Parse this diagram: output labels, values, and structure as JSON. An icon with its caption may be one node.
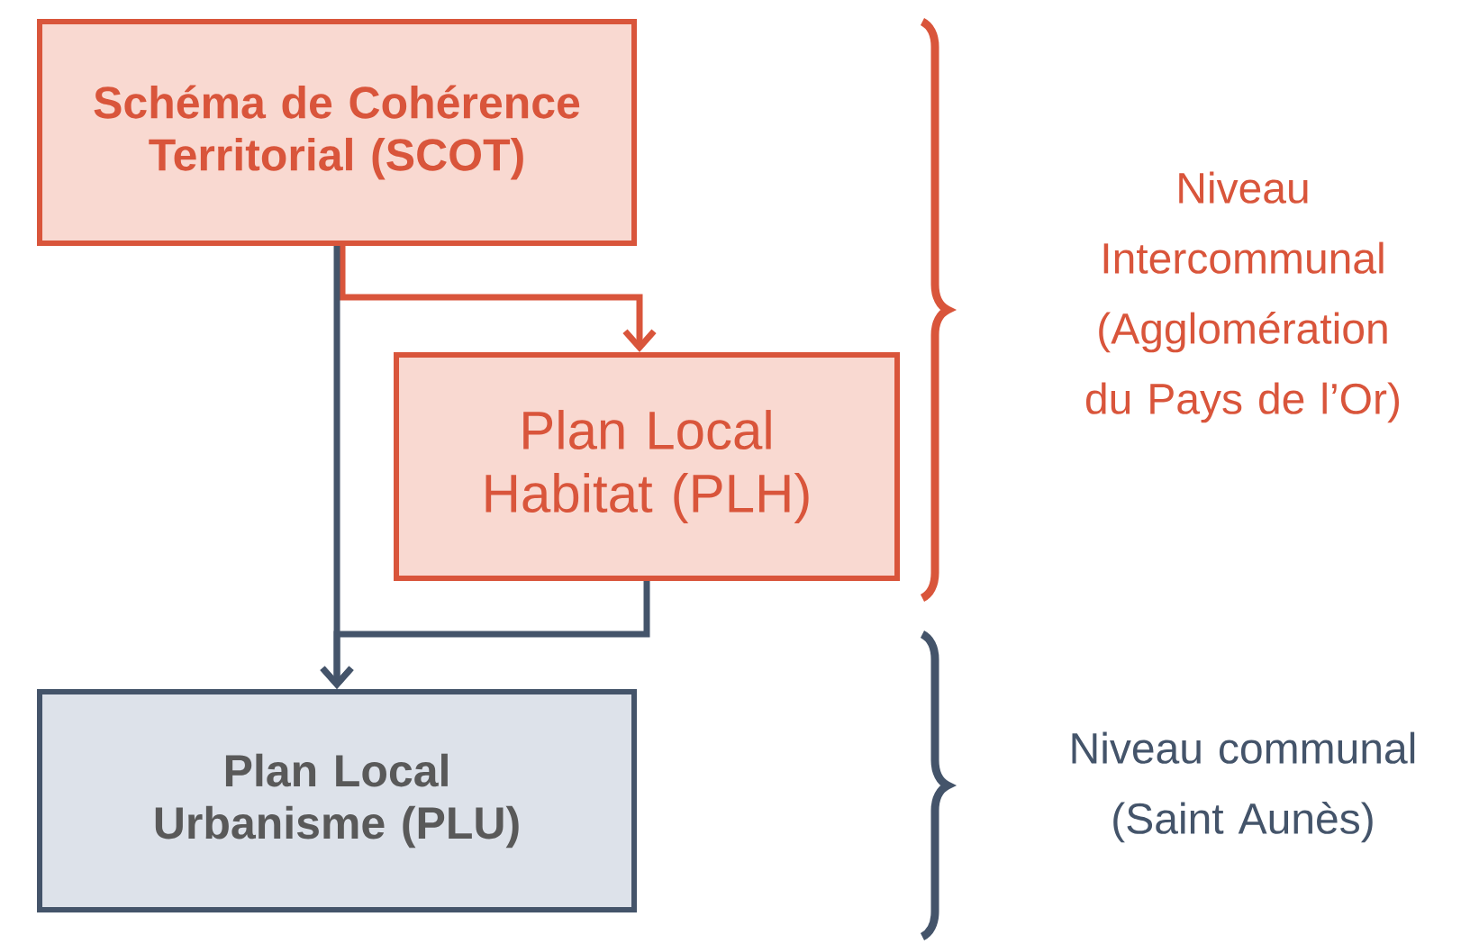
{
  "diagram": {
    "nodes": [
      {
        "text": [
          "Schéma de Cohérence Territorial (SCOT)"
        ]
      },
      {
        "text": [
          "Plan Local Habitat (PLH)"
        ]
      },
      {
        "text": [
          "Plan Local Urbanisme (PLU)"
        ]
      }
    ],
    "edges": [
      {
        "from": 0,
        "to": 1,
        "arrow": "to",
        "color": "#d9553b"
      },
      {
        "from": 0,
        "to": 2,
        "arrow": "to"
      },
      {
        "from": 1,
        "to": 2,
        "arrow": "to"
      }
    ],
    "labels": [
      "Niveau Intercommunal (Agglomération du Pays de l’Or)",
      "Niveau communal (Saint Aunès)"
    ]
  }
}
